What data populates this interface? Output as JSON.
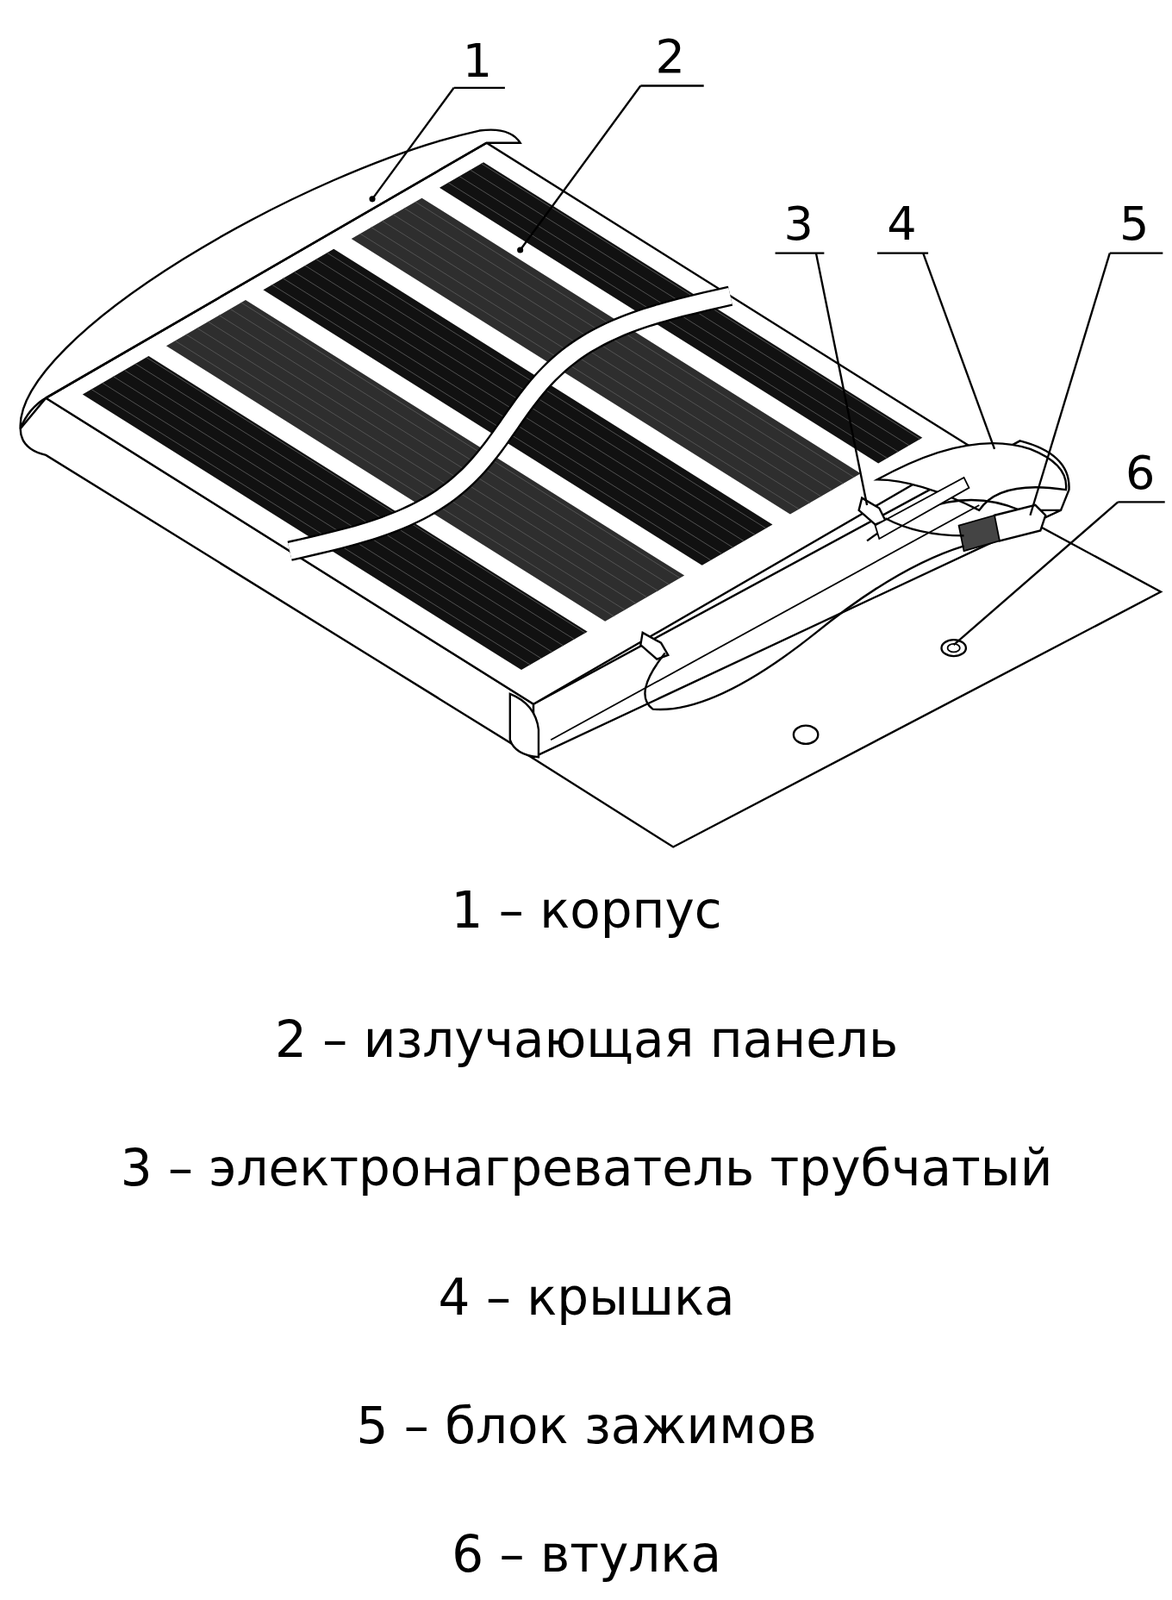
{
  "diagram": {
    "labels": [
      "1",
      "2",
      "3",
      "4",
      "5",
      "6",
      "1 – корпус",
      "2 – излучающая панель",
      "3 – электронагреватель трубчатый",
      "4 – крышка",
      "5 – блок зажимов",
      "6 – втулка"
    ]
  }
}
